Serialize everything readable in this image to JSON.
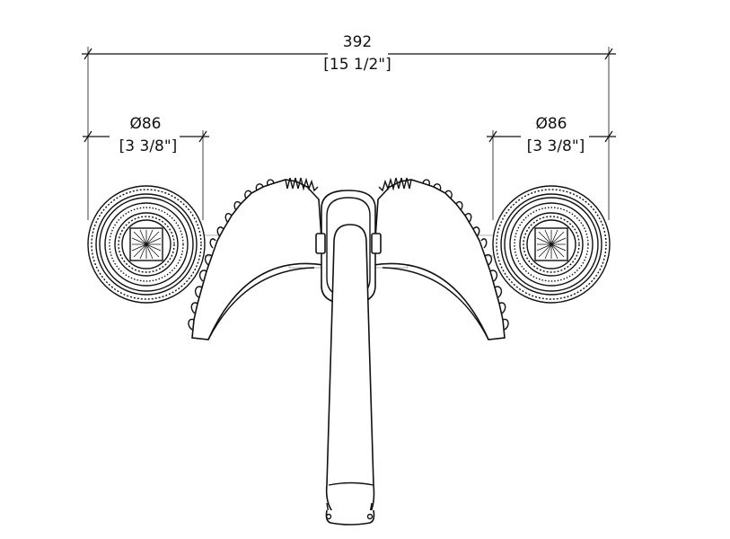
{
  "dimensions": {
    "overall": {
      "value": "392",
      "imperial": "[15 1/2\"]"
    },
    "left_handle": {
      "value": "Ø86",
      "imperial": "[3 3/8\"]"
    },
    "right_handle": {
      "value": "Ø86",
      "imperial": "[3 3/8\"]"
    }
  },
  "colors": {
    "line": "#111111",
    "background": "#ffffff"
  }
}
